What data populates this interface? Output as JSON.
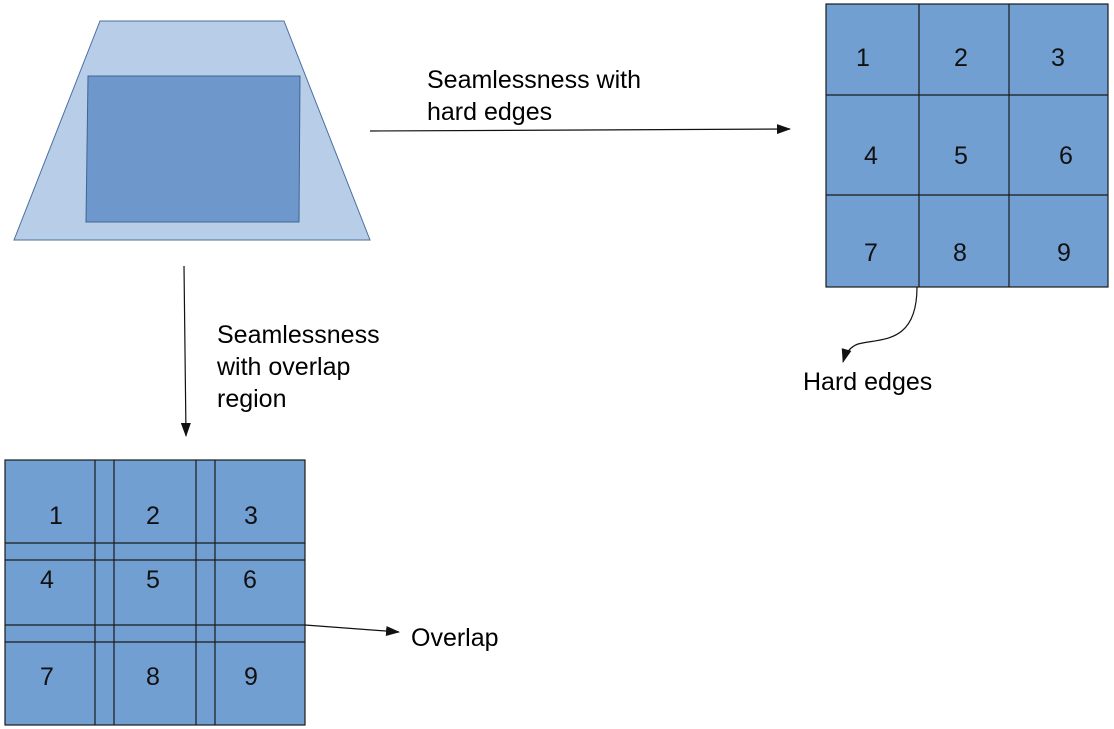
{
  "colors": {
    "projector_outer": "#b8cde7",
    "projector_inner": "#6e97cc",
    "tile_fill": "#729fd2",
    "line": "#1a1a1a"
  },
  "labels": {
    "hard_edges_arrow": [
      "Seamlessness with",
      "hard edges"
    ],
    "overlap_arrow": [
      "Seamlessness",
      "with overlap",
      "region"
    ],
    "hard_edges_callout": "Hard edges",
    "overlap_callout": "Overlap"
  },
  "grid_hard": {
    "cells": [
      "1",
      "2",
      "3",
      "4",
      "5",
      "6",
      "7",
      "8",
      "9"
    ]
  },
  "grid_overlap": {
    "cells": [
      "1",
      "2",
      "3",
      "4",
      "5",
      "6",
      "7",
      "8",
      "9"
    ]
  }
}
